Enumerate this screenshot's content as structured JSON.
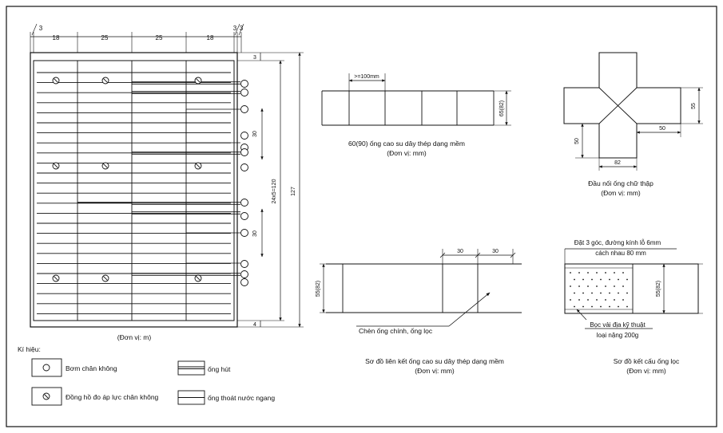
{
  "plan": {
    "top_dims": [
      "3",
      "18",
      "25",
      "25",
      "18",
      "3",
      "3"
    ],
    "right_dims": [
      "3",
      "30",
      "30",
      "24x5=120",
      "4",
      "127"
    ],
    "unit": "(Đơn vị: m)"
  },
  "legend": {
    "title": "Kí hiệu:",
    "pump": "Bơm chân không",
    "gauge": "Đồng hồ đo áp lực chân không",
    "suction": "ống hút",
    "drain": "ống thoát nước ngang"
  },
  "pipe_view": {
    "min_dim": ">=100mm",
    "height_dim": "65(82)",
    "caption1": "60(90) ống cao su dây thép dạng mềm",
    "caption2": "(Đơn vị: mm)"
  },
  "cross_joint": {
    "dim_55": "55",
    "dim_50_side": "50",
    "dim_50_bottom": "50",
    "dim_82": "82",
    "caption1": "Đầu nối ống chữ thập",
    "caption2": "(Đơn vị: mm)"
  },
  "connection": {
    "dim_30a": "30",
    "dim_30b": "30",
    "height_dim": "55(82)",
    "note": "Chèn ống chính, ống lọc",
    "caption1": "Sơ đồ liên kết ống cao su dây thép dạng mềm",
    "caption2": "(Đơn vị: mm)"
  },
  "filter": {
    "note_top1": "Đặt 3 góc, đường kính lỗ 6mm",
    "note_top2": "cách nhau 80 mm",
    "height_dim": "55(82)",
    "note_bottom1": "Bọc vải địa kỹ thuật",
    "note_bottom2": "loại nặng 200g",
    "caption1": "Sơ đồ kết cấu ống lọc",
    "caption2": "(Đơn vị: mm)"
  }
}
